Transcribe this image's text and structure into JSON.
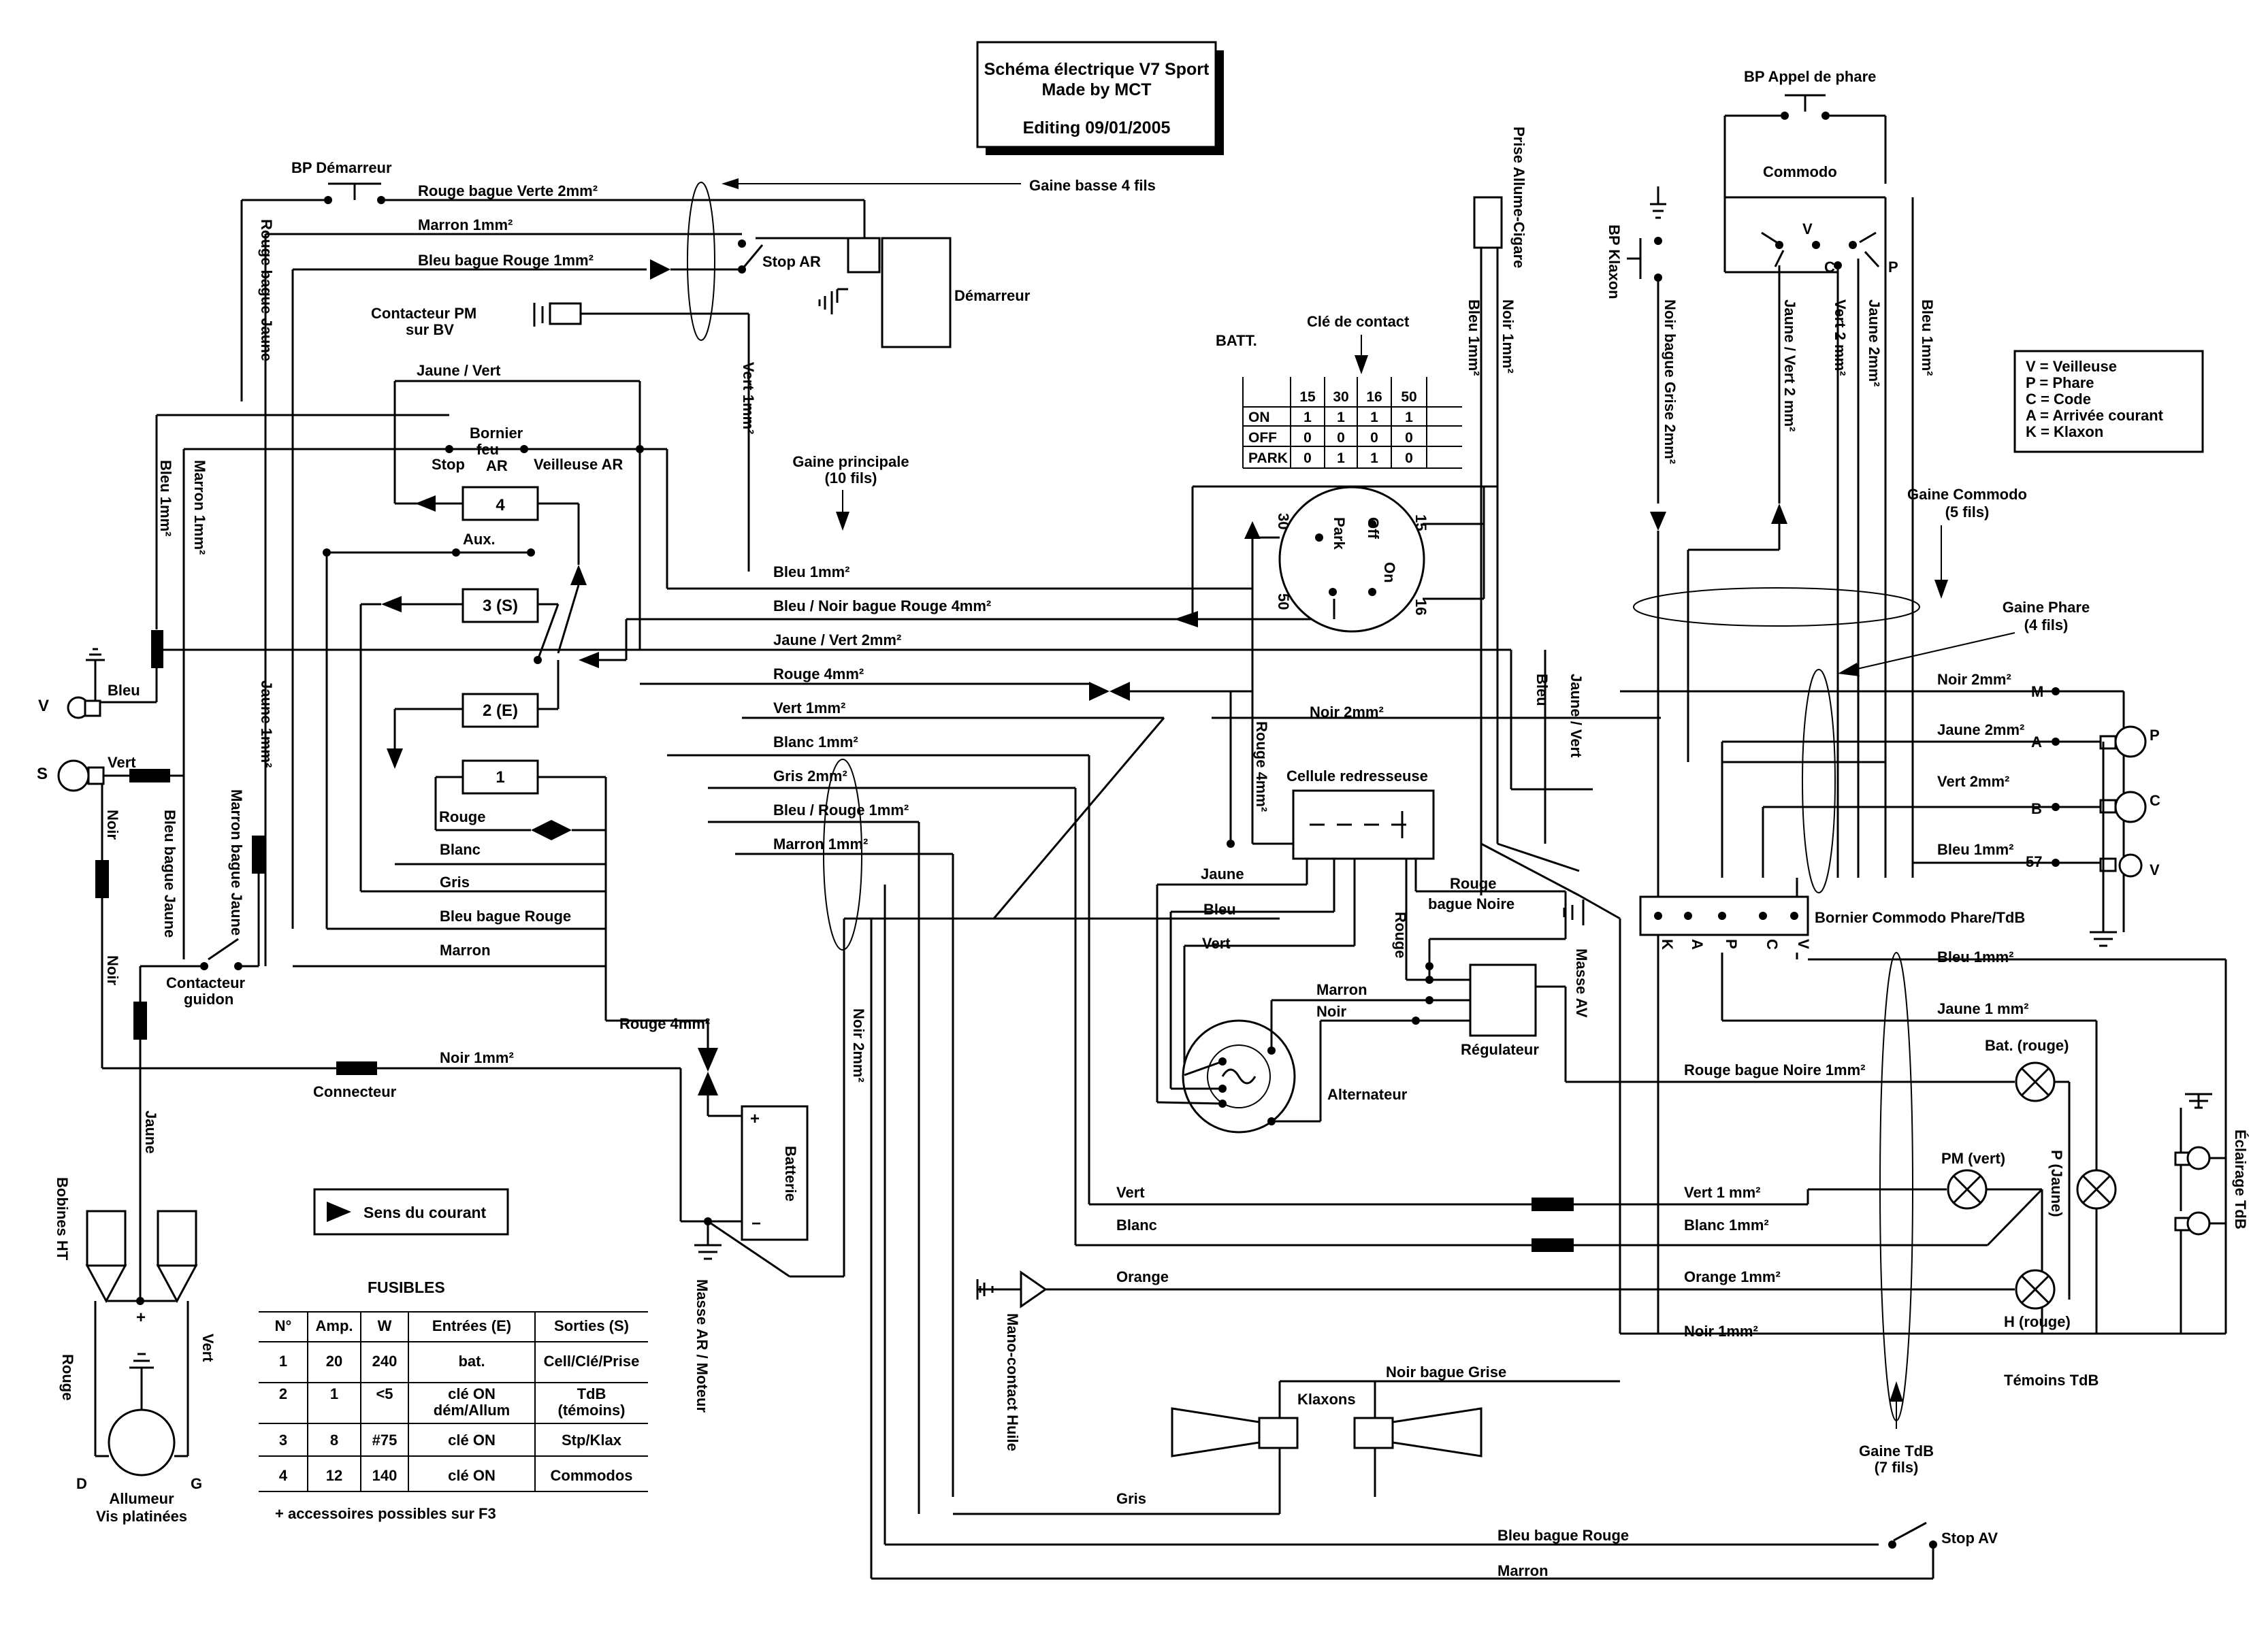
{
  "title": {
    "line1": "Schéma électrique V7 Sport",
    "line2": "Made by MCT",
    "line3": "Editing 09/01/2005"
  },
  "components": {
    "bp_demarreur": "BP Démarreur",
    "demarreur": "Démarreur",
    "stop_ar": "Stop AR",
    "contacteur_pm": "Contacteur PM",
    "sur_bv": "sur BV",
    "bornier_feu_1": "Bornier",
    "bornier_feu_2": "feu",
    "bornier_feu_3": "AR",
    "stop": "Stop",
    "veilleuse_ar": "Veilleuse AR",
    "aux": "Aux.",
    "contacteur_guidon_1": "Contacteur",
    "contacteur_guidon_2": "guidon",
    "connecteur": "Connecteur",
    "bobines_ht": "Bobines HT",
    "allumeur_1": "Allumeur",
    "allumeur_2": "Vis platinées",
    "batterie": "Batterie",
    "masse_ar_1": "Masse AR / Moteur",
    "cle_de_contact": "Clé de contact",
    "batt": "BATT.",
    "prise_allume_cigare": "Prise Allume-Cigare",
    "bp_klaxon": "BP Klaxon",
    "bp_appel_phare": "BP Appel de phare",
    "commodo": "Commodo",
    "cellule_redresseuse": "Cellule redresseuse",
    "regulateur": "Régulateur",
    "alternateur": "Alternateur",
    "masse_av": "Masse AV",
    "bornier_commodo": "Bornier Commodo Phare/TdB",
    "mano_contact_1": "Mano-contact Huile",
    "klaxons": "Klaxons",
    "stop_av": "Stop AV",
    "temoins_tdb": "Témoins TdB",
    "eclairage_tdb": "Éclairage TdB",
    "bat_rouge": "Bat. (rouge)",
    "pm_vert": "PM (vert)",
    "p_jaune": "P (Jaune)",
    "h_rouge": "H (rouge)",
    "sens_courant": "Sens du courant"
  },
  "gaines": {
    "basse": "Gaine basse 4 fils",
    "principale_1": "Gaine principale",
    "principale_2": "(10 fils)",
    "commodo_1": "Gaine Commodo",
    "commodo_2": "(5 fils)",
    "phare_1": "Gaine Phare",
    "phare_2": "(4 fils)",
    "tdb_1": "Gaine TdB",
    "tdb_2": "(7 fils)"
  },
  "wires": {
    "rouge_bague_verte": "Rouge bague Verte 2mm²",
    "marron_1": "Marron 1mm²",
    "bleu_bague_rouge_1": "Bleu bague Rouge 1mm²",
    "jaune_vert": "Jaune / Vert",
    "rouge_bague_jaune": "Rouge bague Jaune",
    "bleu_1mm_left": "Bleu 1mm²",
    "marron_1mm_left": "Marron 1mm²",
    "jaune_1mm": "Jaune 1mm²",
    "bleu_bague_jaune": "Bleu bague Jaune",
    "marron_bague_jaune": "Marron bague Jaune",
    "vert_1mm_v": "Vert 1mm²",
    "bleu_1mm": "Bleu 1mm²",
    "bleu_noir_bague_rouge": "Bleu / Noir bague Rouge 4mm²",
    "jaune_vert_2mm": "Jaune / Vert 2mm²",
    "rouge_4mm": "Rouge 4mm²",
    "vert_1mm": "Vert 1mm²",
    "blanc_1mm": "Blanc 1mm²",
    "gris_2mm": "Gris 2mm²",
    "bleu_rouge_1mm": "Bleu / Rouge 1mm²",
    "marron_1mm": "Marron 1mm²",
    "rouge": "Rouge",
    "blanc": "Blanc",
    "gris": "Gris",
    "bleu_bague_rouge": "Bleu bague Rouge",
    "marron": "Marron",
    "rouge_4mm_b": "Rouge 4mm²",
    "noir_1mm": "Noir 1mm²",
    "noir_2mm_v": "Noir 2mm²",
    "bleu_s": "Bleu",
    "vert_s": "Vert",
    "noir_s": "Noir",
    "noir_s2": "Noir",
    "jaune_s": "Jaune",
    "rouge_bobine": "Rouge",
    "vert_bobine": "Vert",
    "plus": "+",
    "d_label": "D",
    "g_label": "G",
    "bleu_1mm_cig": "Bleu 1mm²",
    "noir_1mm_cig": "Noir 1mm²",
    "noir_bague_grise_2mm": "Noir bague Grise 2mm²",
    "jaune_vert_2mm_v": "Jaune / Vert 2 mm²",
    "vert_2mm_v": "Vert 2 mm²",
    "jaune_2mm_v": "Jaune 2mm²",
    "bleu_1mm_v": "Bleu 1mm²",
    "bleu_vert_bleu": "Bleu",
    "jaune_vert_v2": "Jaune / Vert",
    "rouge_4mm_v": "Rouge 4mm²",
    "noir_2mm": "Noir 2mm²",
    "jaune_alt": "Jaune",
    "bleu_alt": "Bleu",
    "vert_alt": "Vert",
    "rouge_bague_noire": "Rouge",
    "rouge_bague_noire_2": "bague Noire",
    "rouge_v": "Rouge",
    "marron_reg": "Marron",
    "noir_reg": "Noir",
    "noir_2mm_r": "Noir 2mm²",
    "jaune_2mm_r": "Jaune 2mm²",
    "vert_2mm_r": "Vert 2mm²",
    "bleu_1mm_r": "Bleu 1mm²",
    "bleu_1mm_r2": "Bleu 1mm²",
    "jaune_1mm_r": "Jaune 1 mm²",
    "rouge_bague_noire_1mm": "Rouge bague Noire 1mm²",
    "vert_1mm_r": "Vert 1 mm²",
    "blanc_1mm_r": "Blanc 1mm²",
    "orange_1mm": "Orange 1mm²",
    "noir_1mm_r": "Noir 1mm²",
    "vert_b": "Vert",
    "blanc_b": "Blanc",
    "orange": "Orange",
    "noir_bague_grise": "Noir bague Grise",
    "gris_b": "Gris",
    "bleu_bague_rouge_b": "Bleu bague Rouge",
    "marron_b": "Marron"
  },
  "terminals": {
    "m": "M",
    "a": "A",
    "b": "B",
    "57": "57",
    "p": "P",
    "c": "C",
    "v": "V",
    "k": "K",
    "fuse_4": "4",
    "fuse_3": "3 (S)",
    "fuse_2": "2 (E)",
    "fuse_1": "1",
    "s": "S",
    "v_left": "V",
    "key_30": "30",
    "key_50": "50",
    "key_15": "15",
    "key_16": "16",
    "park": "Park",
    "off": "Off",
    "on": "On"
  },
  "legend": {
    "v": "V = Veilleuse",
    "p": "P = Phare",
    "c": "C = Code",
    "a": "A = Arrivée courant",
    "k": "K = Klaxon"
  },
  "key_table": {
    "headers": [
      "",
      "15",
      "30",
      "16",
      "50"
    ],
    "rows": [
      [
        "ON",
        "1",
        "1",
        "1",
        "1"
      ],
      [
        "OFF",
        "0",
        "0",
        "0",
        "0"
      ],
      [
        "PARK",
        "0",
        "1",
        "1",
        "0"
      ]
    ]
  },
  "fusibles": {
    "title": "FUSIBLES",
    "headers": [
      "N°",
      "Amp.",
      "W",
      "Entrées (E)",
      "Sorties (S)"
    ],
    "rows": [
      [
        "1",
        "20",
        "240",
        "bat.",
        "Cell/Clé/Prise",
        ""
      ],
      [
        "2",
        "1",
        "<5",
        "clé ON",
        "TdB",
        "dém/Allum",
        "(témoins)"
      ],
      [
        "3",
        "8",
        "#75",
        "clé ON",
        "Stp/Klax",
        ""
      ],
      [
        "4",
        "12",
        "140",
        "clé ON",
        "Commodos",
        ""
      ]
    ],
    "note": "+ accessoires possibles sur F3"
  }
}
